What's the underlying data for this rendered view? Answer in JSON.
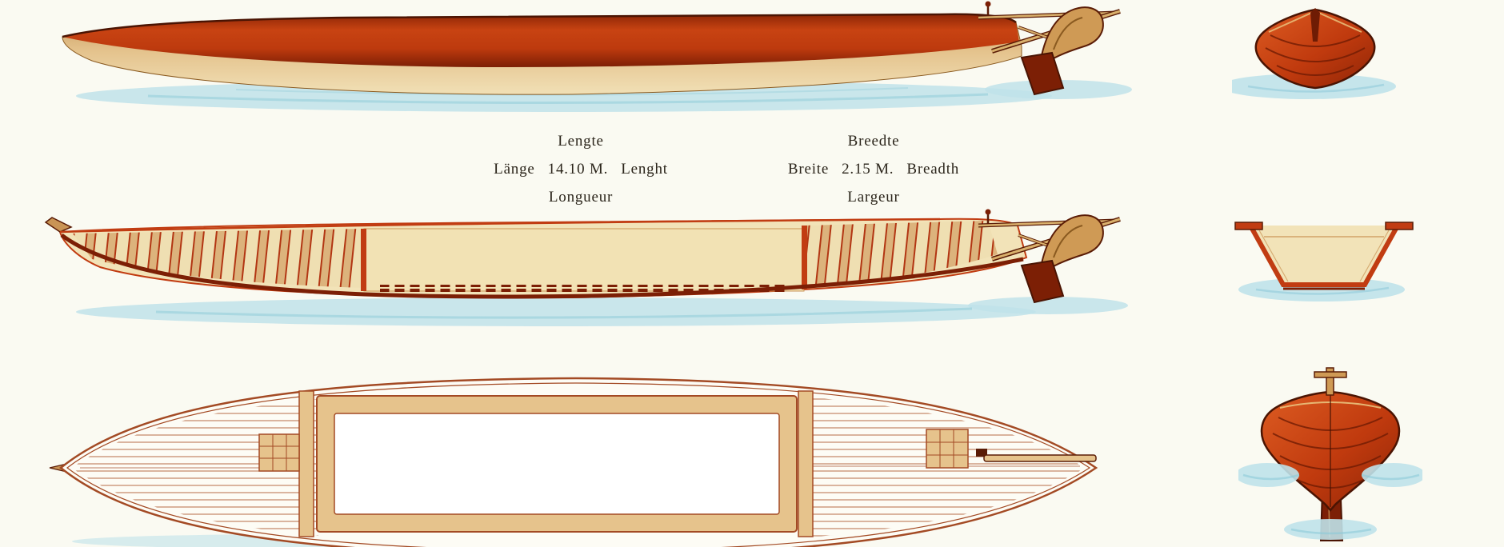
{
  "colors": {
    "paper": "#fafaf2",
    "water": "#bfe2ea",
    "water_deep": "#8cc9d8",
    "hull_red": "#c13c12",
    "hull_red_dark": "#7c1f05",
    "hull_red_light": "#e0632a",
    "tan": "#e6c38c",
    "tan_light": "#f2e2b4",
    "tan_dark": "#c99455",
    "cream": "#f2e3b8",
    "outline": "#5a1c06",
    "line_brown": "#a34a24",
    "ink": "#2b251b"
  },
  "dimensions": {
    "length": {
      "nl": "Lengte",
      "de": "Länge",
      "value": "14.10 M.",
      "en": "Lenght",
      "fr": "Longueur"
    },
    "breadth": {
      "nl": "Breedte",
      "de": "Breite",
      "value": "2.15 M.",
      "en": "Breadth",
      "fr": "Largeur"
    }
  }
}
